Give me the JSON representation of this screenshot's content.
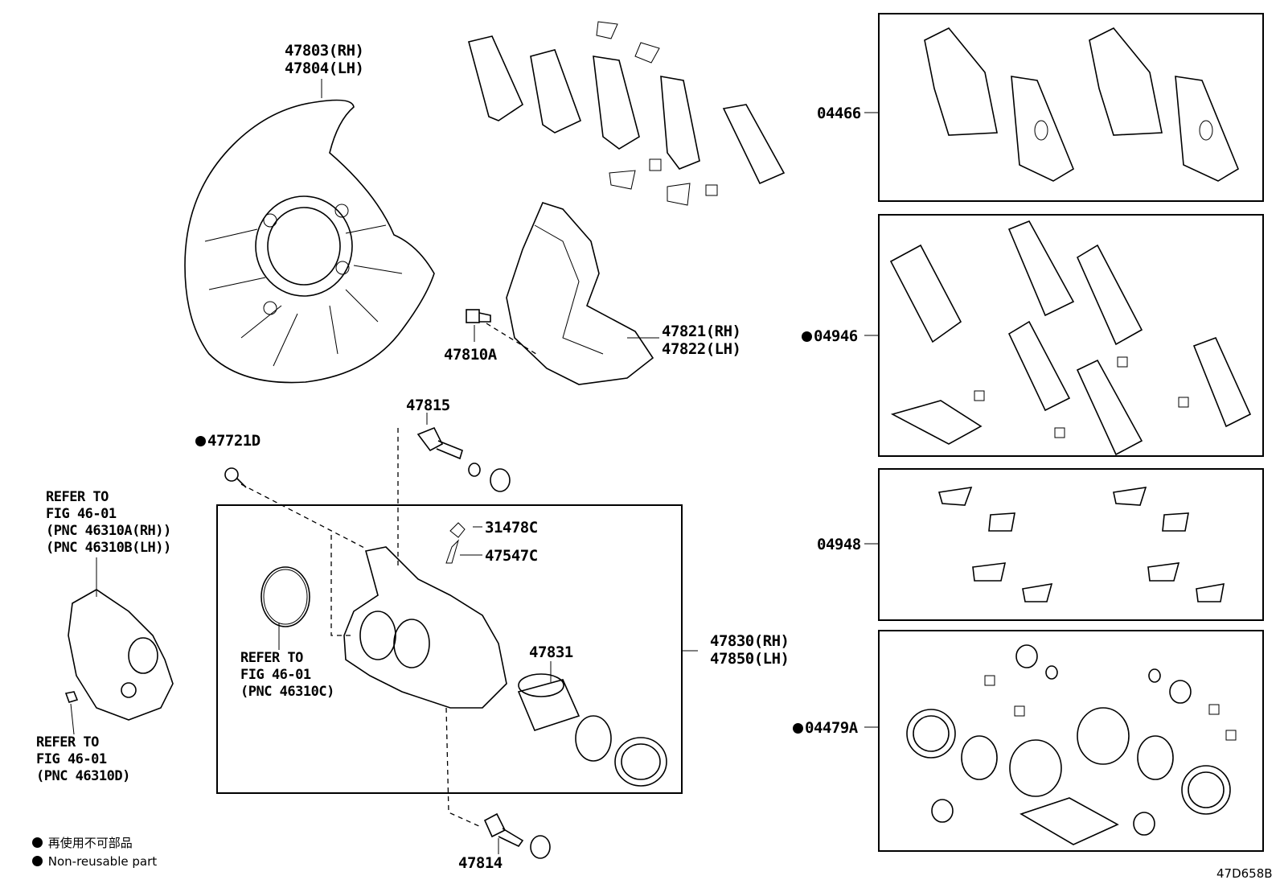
{
  "diagram_id": "47D658B",
  "labels": {
    "rotor_cover": "47803(RH)\n47804(LH)",
    "bolt_47810A": "47810A",
    "mounting": "47821(RH)\n47822(LH)",
    "pin_47815": "47815",
    "bleeder_47721D": "47721D",
    "cap_31478C": "31478C",
    "plug_47547C": "47547C",
    "caliper_assy": "47830(RH)\n47850(LH)",
    "piston_47831": "47831",
    "pin_47814": "47814",
    "pad_kit_04466": "04466",
    "shim_kit_04946": "04946",
    "clip_kit_04948": "04948",
    "seal_kit_04479A": "04479A"
  },
  "refer_notes": {
    "motor": "REFER TO\nFIG 46-01\n(PNC 46310A(RH))\n(PNC 46310B(LH))",
    "seal": "REFER TO\nFIG 46-01\n(PNC 46310C)",
    "bolt": "REFER TO\nFIG 46-01\n(PNC 46310D)"
  },
  "legend": {
    "jp": "再使用不可部品",
    "en": "Non-reusable part"
  },
  "non_reusable_marker": "●",
  "colors": {
    "line": "#000000",
    "background": "#ffffff"
  }
}
